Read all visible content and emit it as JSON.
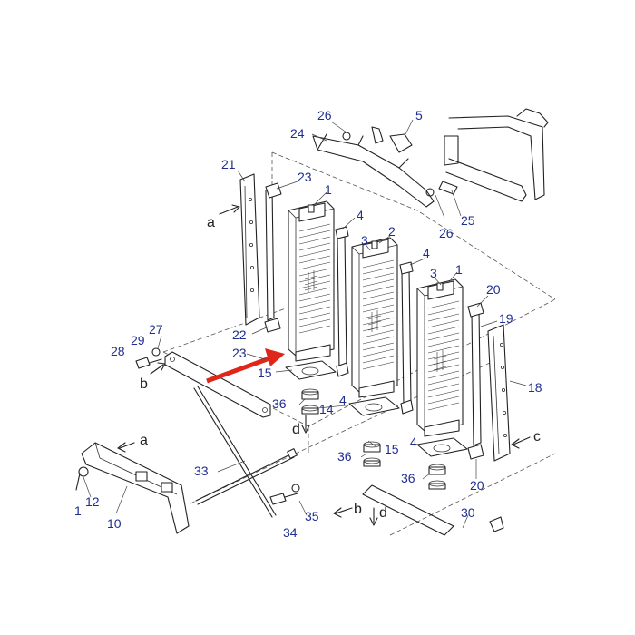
{
  "callouts": [
    {
      "id": "c-26-top",
      "text": "26"
    },
    {
      "id": "c-5-top",
      "text": "5"
    },
    {
      "id": "c-24",
      "text": "24"
    },
    {
      "id": "c-21",
      "text": "21"
    },
    {
      "id": "c-23-top",
      "text": "23"
    },
    {
      "id": "c-1-left",
      "text": "1"
    },
    {
      "id": "c-4-a",
      "text": "4"
    },
    {
      "id": "c-2",
      "text": "2"
    },
    {
      "id": "c-3-a",
      "text": "3"
    },
    {
      "id": "c-4-b",
      "text": "4"
    },
    {
      "id": "c-3-b",
      "text": "3"
    },
    {
      "id": "c-1-right",
      "text": "1"
    },
    {
      "id": "c-26",
      "text": "26"
    },
    {
      "id": "c-25",
      "text": "25"
    },
    {
      "id": "c-20-top",
      "text": "20"
    },
    {
      "id": "c-19",
      "text": "19"
    },
    {
      "id": "c-18",
      "text": "18"
    },
    {
      "id": "c-27",
      "text": "27"
    },
    {
      "id": "c-28",
      "text": "28"
    },
    {
      "id": "c-29",
      "text": "29"
    },
    {
      "id": "c-22",
      "text": "22"
    },
    {
      "id": "c-23-mid",
      "text": "23"
    },
    {
      "id": "c-15-a",
      "text": "15"
    },
    {
      "id": "c-4-c",
      "text": "4"
    },
    {
      "id": "c-36-a",
      "text": "36"
    },
    {
      "id": "c-14",
      "text": "14"
    },
    {
      "id": "c-15-b",
      "text": "15"
    },
    {
      "id": "c-4-d",
      "text": "4"
    },
    {
      "id": "c-36-b",
      "text": "36"
    },
    {
      "id": "c-36-c",
      "text": "36"
    },
    {
      "id": "c-20-bottom",
      "text": "20"
    },
    {
      "id": "c-33",
      "text": "33"
    },
    {
      "id": "c-12",
      "text": "12"
    },
    {
      "id": "c-1-bottom",
      "text": "1"
    },
    {
      "id": "c-10",
      "text": "10"
    },
    {
      "id": "c-35",
      "text": "35"
    },
    {
      "id": "c-30",
      "text": "30"
    },
    {
      "id": "c-34",
      "text": "34"
    }
  ],
  "view_letters": [
    {
      "id": "a-left",
      "text": "a"
    },
    {
      "id": "b-left",
      "text": "b"
    },
    {
      "id": "d-mid",
      "text": "d"
    },
    {
      "id": "c-right",
      "text": "c"
    },
    {
      "id": "a-bottom",
      "text": "a"
    },
    {
      "id": "b-bottom",
      "text": "b"
    },
    {
      "id": "d-bottom",
      "text": "d"
    }
  ],
  "colors": {
    "callout_text": "#1f2e8f",
    "line": "#222222",
    "highlight_arrow": "#e0261b",
    "background": "#ffffff"
  }
}
